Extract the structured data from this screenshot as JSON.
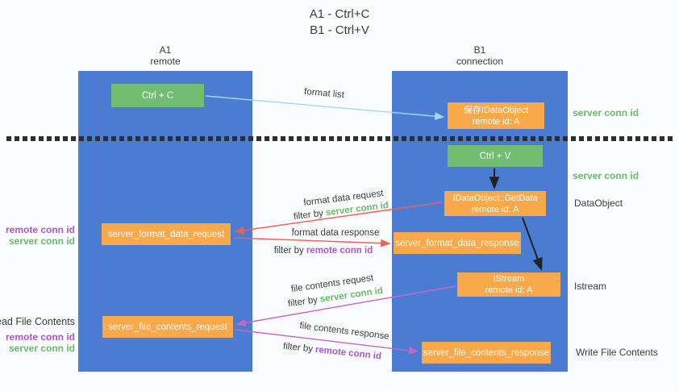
{
  "title": {
    "line1": "A1 - Ctrl+C",
    "line2": "B1 - Ctrl+V"
  },
  "lanes": {
    "a1": {
      "name": "A1",
      "subtitle": "remote"
    },
    "b1": {
      "name": "B1",
      "subtitle": "connection"
    }
  },
  "nodes": {
    "ctrl_c": {
      "label": "Ctrl + C"
    },
    "save_dataobject": {
      "line1": "保存IDataObject",
      "line2": "remote id: A"
    },
    "ctrl_v": {
      "label": "Ctrl + V"
    },
    "getdata": {
      "line1": "IDataObject::GetData",
      "line2": "remote id: A"
    },
    "format_request": {
      "label": "server_format_data_request"
    },
    "format_response": {
      "label": "server_format_data_response"
    },
    "istream": {
      "line1": "IStream",
      "line2": "remote id: A"
    },
    "file_request": {
      "label": "server_file_contents_request"
    },
    "file_response": {
      "label": "server_file_contents_response"
    }
  },
  "edges": {
    "format_list": "format list",
    "format_data_request": "format data request",
    "format_data_response": "format data response",
    "file_contents_request": "file contents request",
    "file_contents_response": "file contents response",
    "filter_by": "filter by",
    "server_conn_id": "server conn id",
    "remote_conn_id": "remote conn id"
  },
  "side_labels": {
    "server_conn_id_top": "server conn id",
    "server_conn_id_mid": "server conn id",
    "dataobject": "DataObject",
    "istream": "Istream",
    "write_file_contents": "Write File Contents",
    "remote_conn_id_1": "remote conn id",
    "server_conn_id_1": "server conn id",
    "read_file_contents": "Read File Contents",
    "remote_conn_id_2": "remote conn id",
    "server_conn_id_2": "server conn id"
  },
  "colors": {
    "background": "#fafbfc",
    "lane_blue": "#4a7dd2",
    "green_box": "#71bd71",
    "orange_box": "#f9a84a",
    "arrow_blue": "#a7d5ef",
    "arrow_red": "#ee6056",
    "arrow_magenta": "#c566c8",
    "arrow_black": "#222222",
    "text_dark": "#3d3d3d",
    "text_green": "#67bd68",
    "text_purple": "#a958ce",
    "divider": "#2e2e2e"
  }
}
